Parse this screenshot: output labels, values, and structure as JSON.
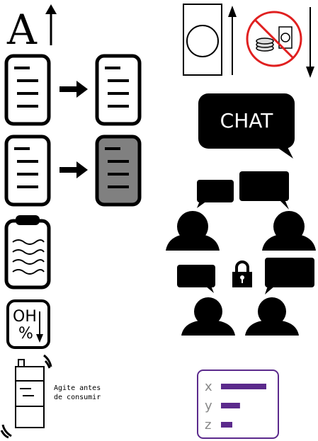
{
  "text_size_icon": {
    "letter": "A"
  },
  "chat_bubble": {
    "label": "CHAT"
  },
  "oh_icon": {
    "line1": "OH",
    "line2": "%"
  },
  "shake_note": {
    "line1": "Agite antes",
    "line2": "de consumir"
  },
  "bar_chart": {
    "categories": [
      "x",
      "y",
      "z"
    ],
    "values": [
      1.0,
      0.42,
      0.25
    ],
    "bar_color": "#5b2a8c",
    "label_color": "#888888"
  }
}
